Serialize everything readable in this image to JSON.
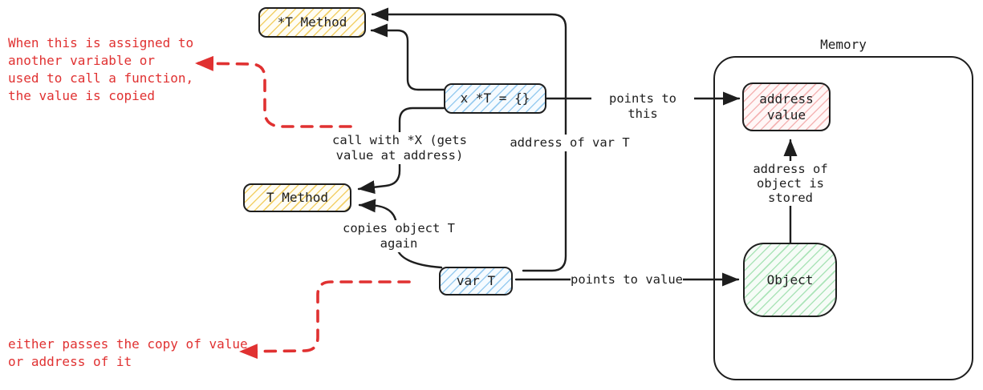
{
  "diagram_title": "Go pointer vs value semantics diagram",
  "colors": {
    "stroke": "#1e1e1e",
    "annotation_red": "#e03131",
    "yellow_hatch": "#f0c84f",
    "blue_hatch": "#8fc7ee",
    "pink_hatch": "#f2a9a9",
    "green_hatch": "#9fe0ae",
    "background": "#ffffff"
  },
  "nodes": {
    "star_t_method": {
      "label": "*T Method"
    },
    "x_pointer": {
      "label": "x *T = {}"
    },
    "t_method": {
      "label": "T Method"
    },
    "var_t": {
      "label": "var T"
    },
    "address_value": {
      "label": "address\nvalue"
    },
    "object": {
      "label": "Object"
    },
    "memory": {
      "label": "Memory"
    }
  },
  "edge_labels": {
    "points_to_this": "points to this",
    "address_of_var_t": "address of var T",
    "call_with_x": "call with *X (gets\nvalue at address)",
    "copies_object": "copies object T\nagain",
    "points_to_value": "points to value",
    "address_of_object": "address of\nobject is\nstored"
  },
  "annotations": {
    "top_note": "When this is assigned to\nanother variable or\nused to call a function,\nthe value is copied",
    "bottom_note": "either passes the copy of value\nor address of it"
  }
}
